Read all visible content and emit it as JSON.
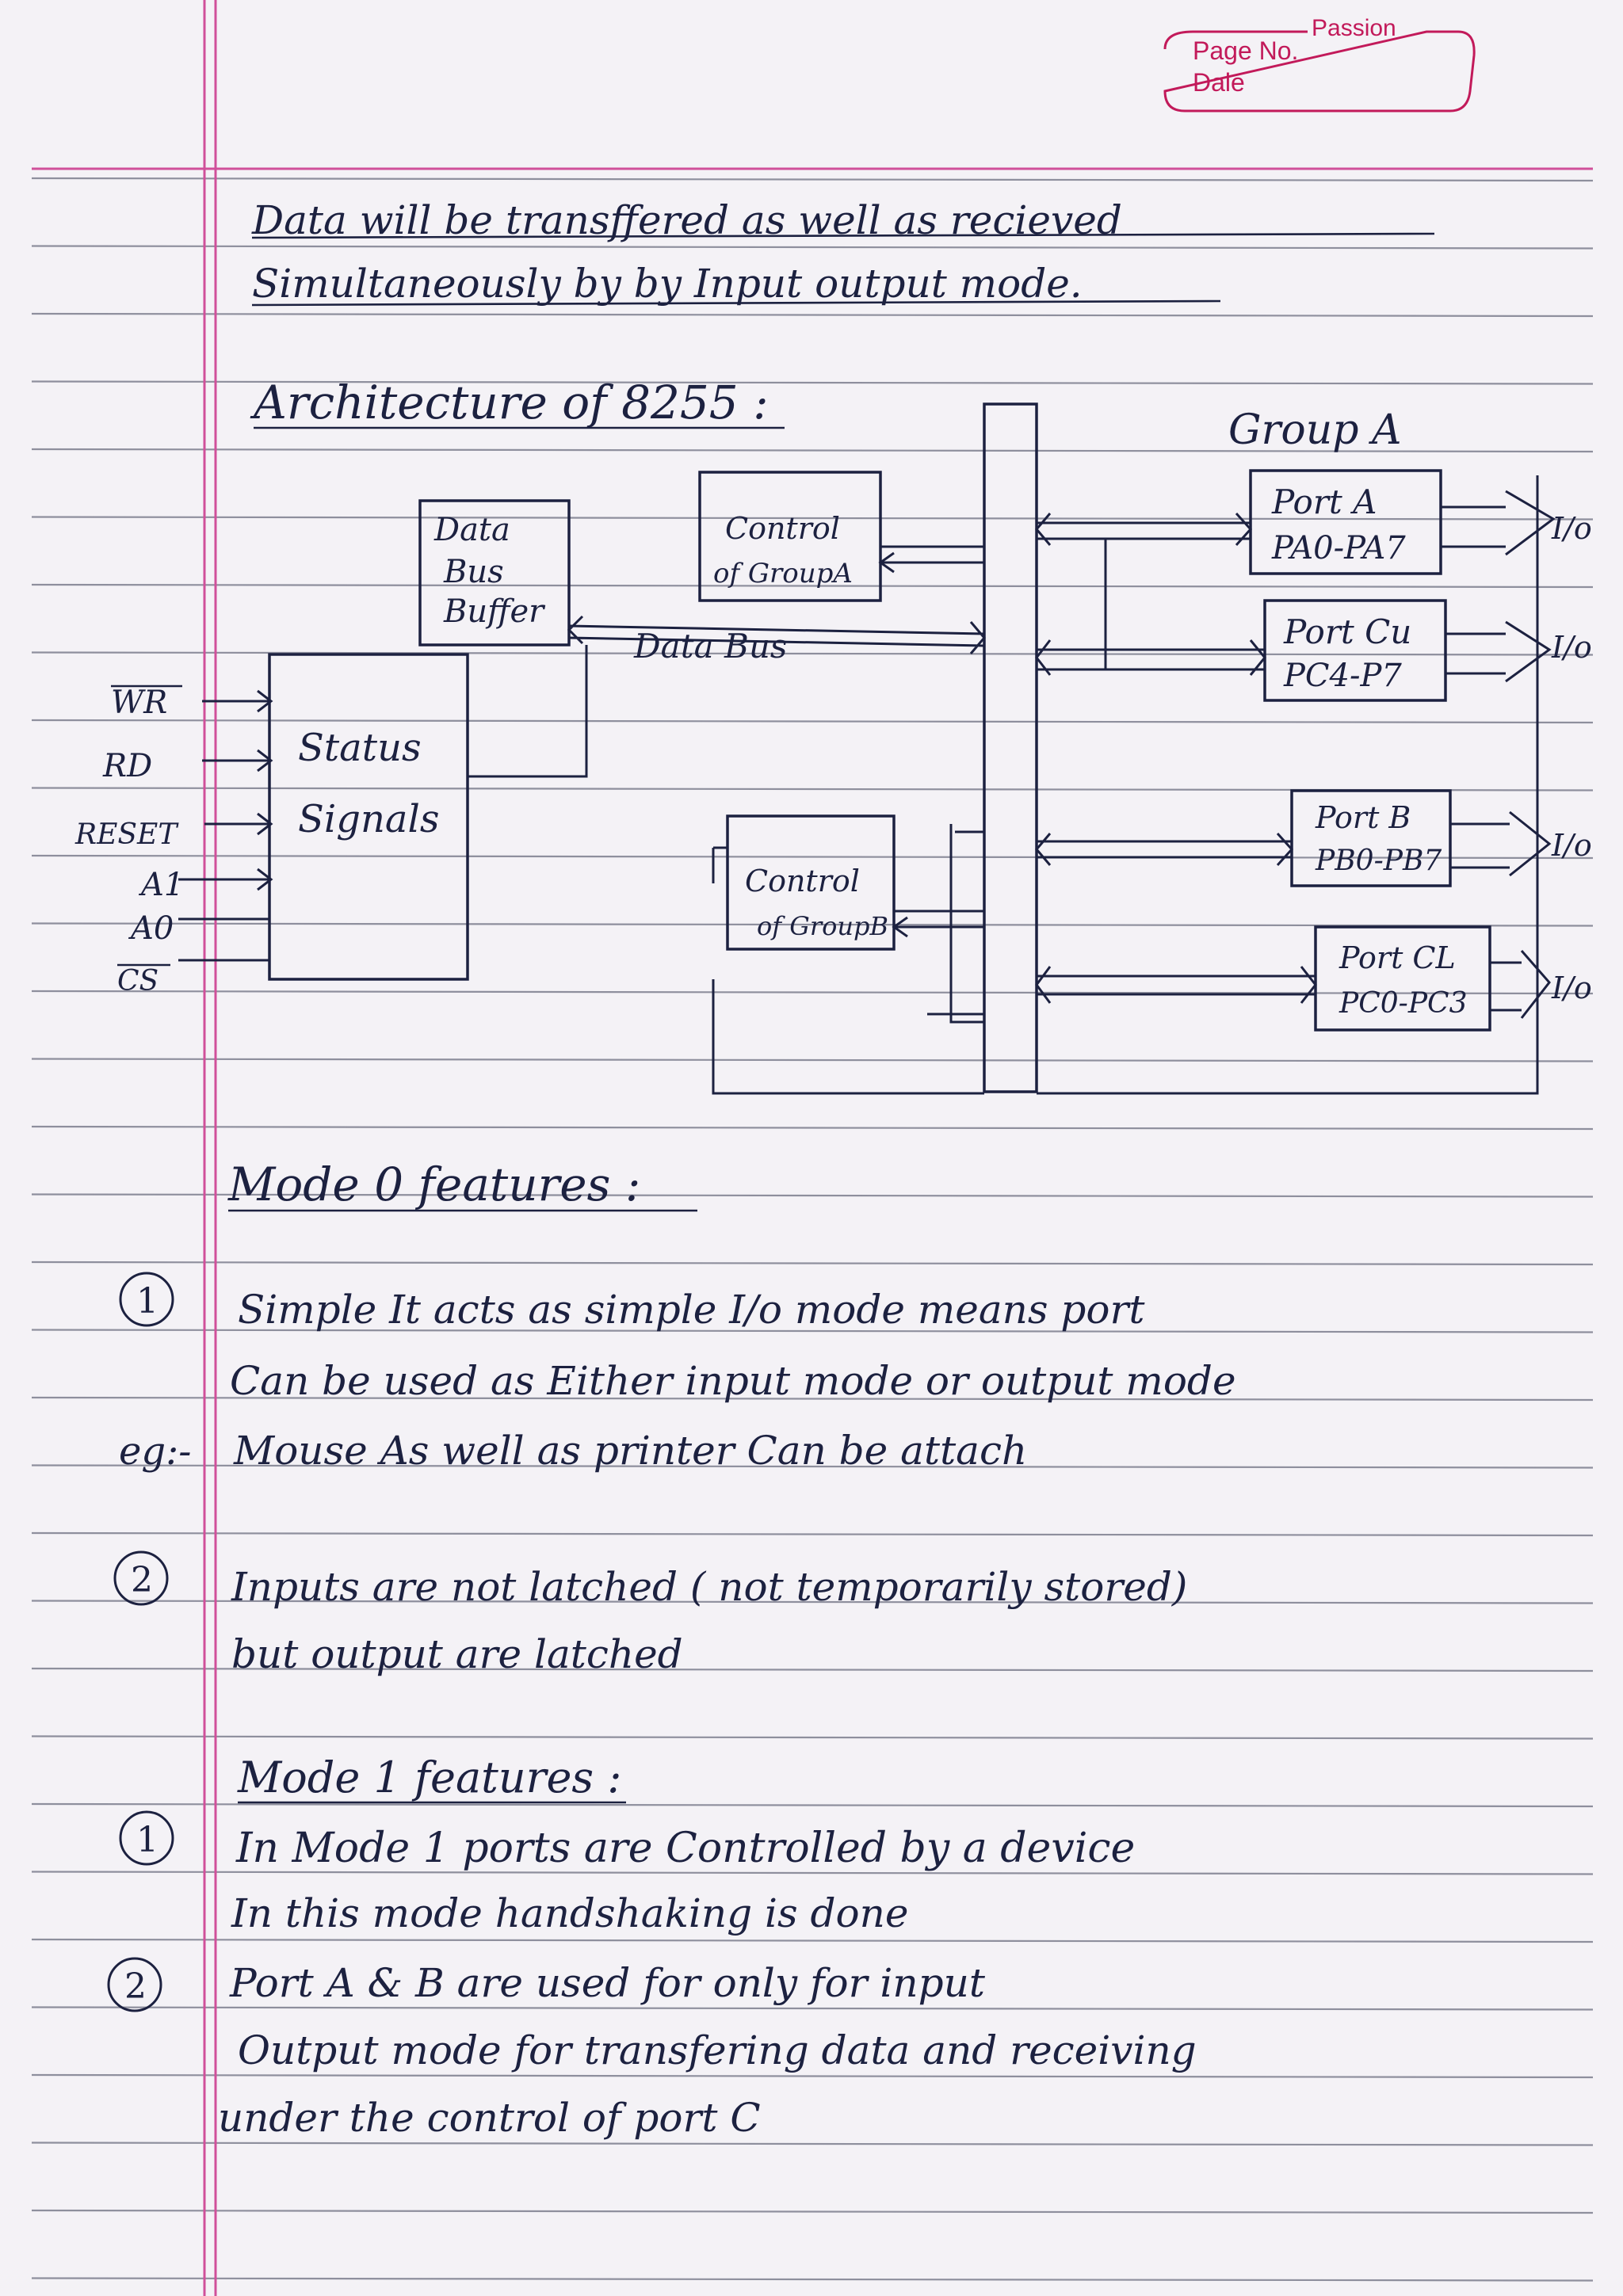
{
  "header": {
    "brand": "Passion",
    "page_no_label": "Page No.",
    "date_label": "Dale"
  },
  "intro": {
    "line1": "Data will be transffered as well as recieved",
    "line2": "Simultaneously by by Input output mode."
  },
  "architecture": {
    "heading": "Architecture of 8255 :"
  },
  "diagram": {
    "group_a": "Group A",
    "data_bus_buffer": [
      "Data",
      "Bus",
      "Buffer"
    ],
    "control_group_a": [
      "Control",
      "of GroupA"
    ],
    "control_group_b": [
      "Control",
      "of GroupB"
    ],
    "data_bus": "Data Bus",
    "status_signals": [
      "Status",
      "Signals"
    ],
    "inputs": [
      "WR",
      "RD",
      "RESET",
      "A1",
      "A0",
      "CS"
    ],
    "port_a": [
      "Port A",
      "PA0-PA7"
    ],
    "port_cu": [
      "Port Cu",
      "PC4-P7"
    ],
    "port_b": [
      "Port B",
      "PB0-PB7"
    ],
    "port_cl": [
      "Port CL",
      "PC0-PC3"
    ],
    "io_label": "I/o"
  },
  "mode0": {
    "heading": "Mode 0 features :",
    "item1_num": "1",
    "item1_lines": [
      "Simple It acts as simple I/o mode means port",
      "Can be used as Either input mode or output mode",
      "Mouse As well as printer Can be attach"
    ],
    "eg_label": "eg:-",
    "item2_num": "2",
    "item2_lines": [
      "Inputs are not latched ( not temporarily stored)",
      "but output are latched"
    ]
  },
  "mode1": {
    "heading": "Mode 1 features :",
    "item1_num": "1",
    "item1_lines": [
      "In Mode 1 ports are Controlled by a device",
      "In this mode handshaking is done"
    ],
    "item2_num": "2",
    "item2_lines": [
      "Port A & B are used for only for input",
      "Output mode for transfering data and receiving",
      "under the control of port C"
    ]
  }
}
